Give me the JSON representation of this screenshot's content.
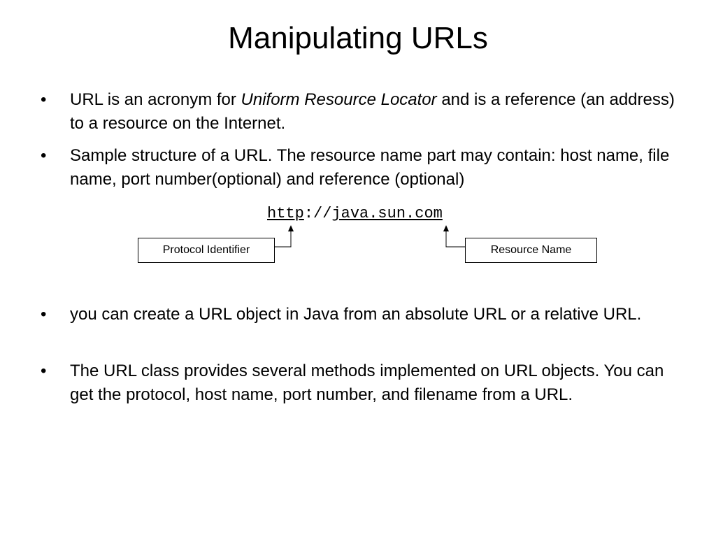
{
  "slide": {
    "title": "Manipulating URLs"
  },
  "bullets": {
    "b1": {
      "text_before": "URL is an acronym for ",
      "emphasis": "Uniform Resource Locator",
      "text_after": " and is a reference (an address) to a resource on the Internet."
    },
    "b2": {
      "text": "Sample structure of a URL. The resource name part may contain: host name, file name, port number(optional) and reference (optional)"
    },
    "b3": {
      "text": "you can create a URL object in Java from an absolute URL or a relative URL."
    },
    "b4": {
      "text": "The URL class provides several methods implemented on URL objects. You can get the protocol, host name, port number, and filename from a URL."
    }
  },
  "bullet_symbol": "•",
  "url_example": {
    "protocol": "http",
    "separator": "://",
    "resource": "java.sun.com"
  },
  "diagram": {
    "protocol_label": "Protocol Identifier",
    "resource_label": "Resource Name"
  }
}
